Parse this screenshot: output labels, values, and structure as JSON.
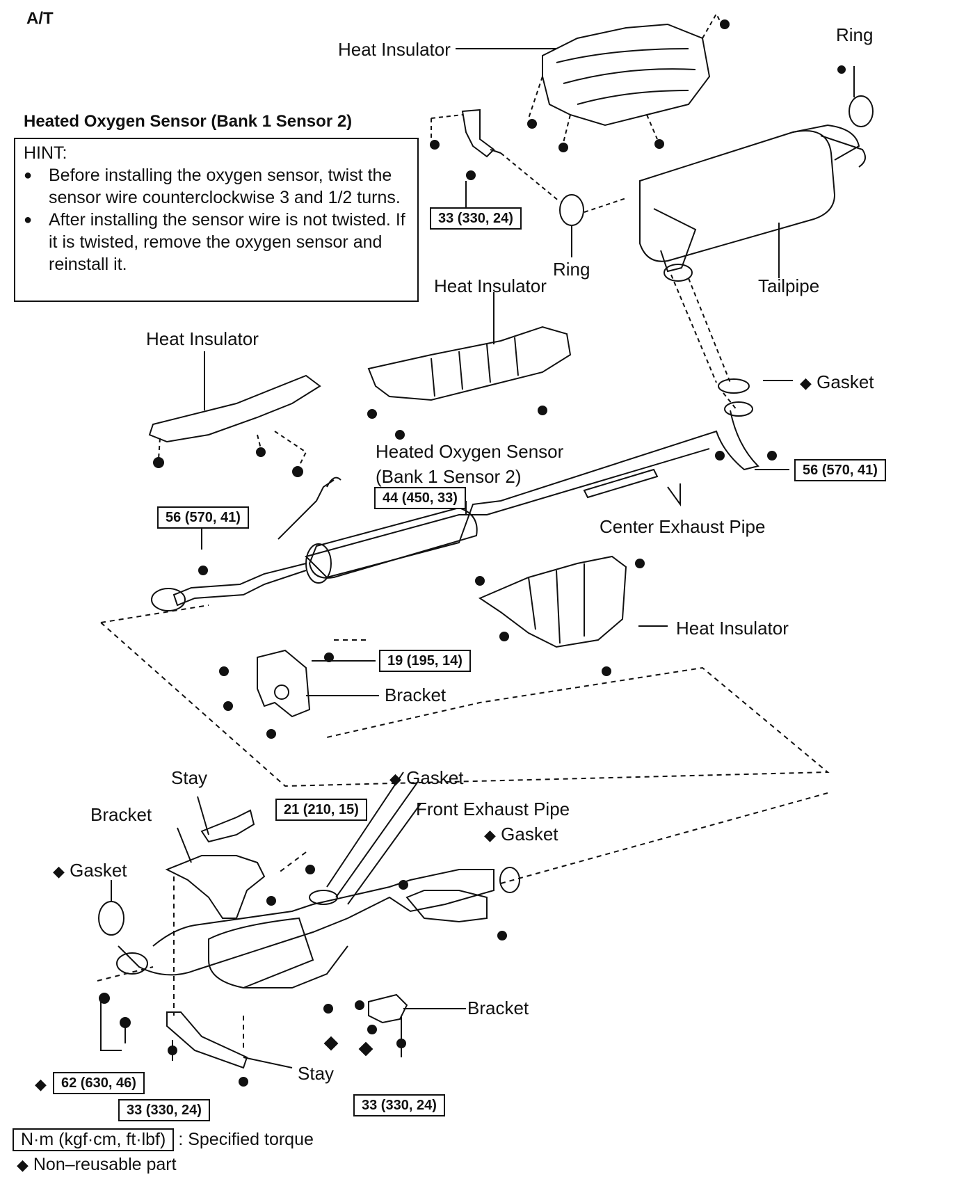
{
  "header": {
    "transmission": "A/T"
  },
  "sensor_title": "Heated Oxygen Sensor (Bank 1 Sensor 2)",
  "hint": {
    "title": "HINT:",
    "items": [
      "Before installing the oxygen sensor, twist the sensor wire counterclockwise 3 and 1/2 turns.",
      "After installing the sensor wire is not twisted. If it is twisted, remove the oxygen sensor and reinstall it."
    ]
  },
  "labels": {
    "heat_insulator_top": "Heat Insulator",
    "ring_top": "Ring",
    "ring_mid": "Ring",
    "heat_insulator_mid": "Heat Insulator",
    "tailpipe": "Tailpipe",
    "heat_insulator_left": "Heat Insulator",
    "gasket_right": "Gasket",
    "sensor_label_line1": "Heated Oxygen Sensor",
    "sensor_label_line2": "(Bank 1 Sensor 2)",
    "center_exhaust_pipe": "Center Exhaust Pipe",
    "heat_insulator_right": "Heat Insulator",
    "bracket_mid": "Bracket",
    "stay_top": "Stay",
    "gasket_center": "Gasket",
    "front_exhaust_pipe": "Front Exhaust Pipe",
    "bracket_left": "Bracket",
    "gasket_front_right": "Gasket",
    "gasket_left": "Gasket",
    "bracket_front": "Bracket",
    "stay_bottom": "Stay"
  },
  "torques": {
    "t1": "33 (330, 24)",
    "t2": "56 (570, 41)",
    "t3": "44 (450, 33)",
    "t4": "56 (570, 41)",
    "t5": "19 (195, 14)",
    "t6": "21 (210, 15)",
    "t7": "62 (630, 46)",
    "t8": "33 (330, 24)",
    "t9": "33 (330, 24)"
  },
  "legend": {
    "unit_box": "N·m (kgf·cm, ft·lbf)",
    "unit_desc": ": Specified torque",
    "nonreusable": "Non–reusable part"
  },
  "symbols": {
    "nonreusable_icon": "diamond-icon",
    "bullet_icon": "bullet-icon"
  },
  "colors": {
    "ink": "#111111",
    "background": "#ffffff"
  }
}
